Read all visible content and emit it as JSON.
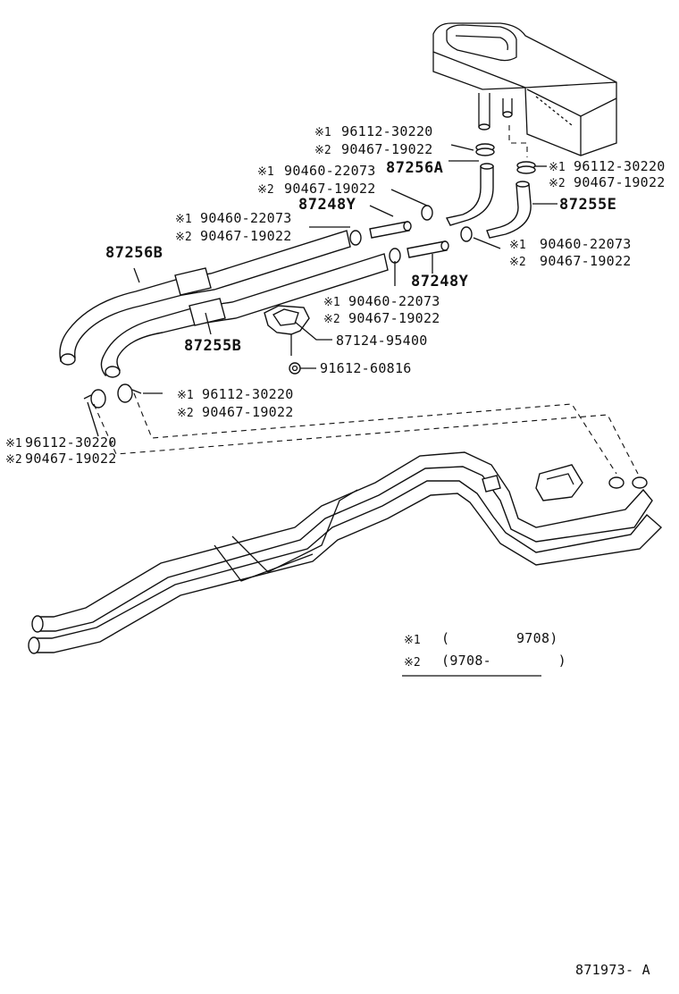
{
  "labels": {
    "c1_a": "96112-30220",
    "c1_b": "90467-19022",
    "c2_a": "90460-22073",
    "c2_b": "90467-19022",
    "c3_a": "96112-30220",
    "c3_b": "90467-19022",
    "c4_a": "90460-22073",
    "c4_b": "90467-19022",
    "c5_a": "90460-22073",
    "c5_b": "90467-19022",
    "c6_a": "90460-22073",
    "c6_b": "90467-19022",
    "c7_a": "96112-30220",
    "c7_b": "90467-19022",
    "c8_a": "96112-30220",
    "c8_b": "90467-19022",
    "bracket": "87124-95400",
    "bolt": "91612-60816",
    "hose_256a": "87256A",
    "hose_255e": "87255E",
    "hose_248y_upper": "87248Y",
    "hose_248y_lower": "87248Y",
    "hose_256b": "87256B",
    "hose_255b": "87255B"
  },
  "marks": {
    "m1": "※1",
    "m2": "※2"
  },
  "legend": {
    "mark1": "※1",
    "range1": "(        9708)",
    "mark2": "※2",
    "range2": "(9708-        )"
  },
  "figure_code": "871973- A"
}
